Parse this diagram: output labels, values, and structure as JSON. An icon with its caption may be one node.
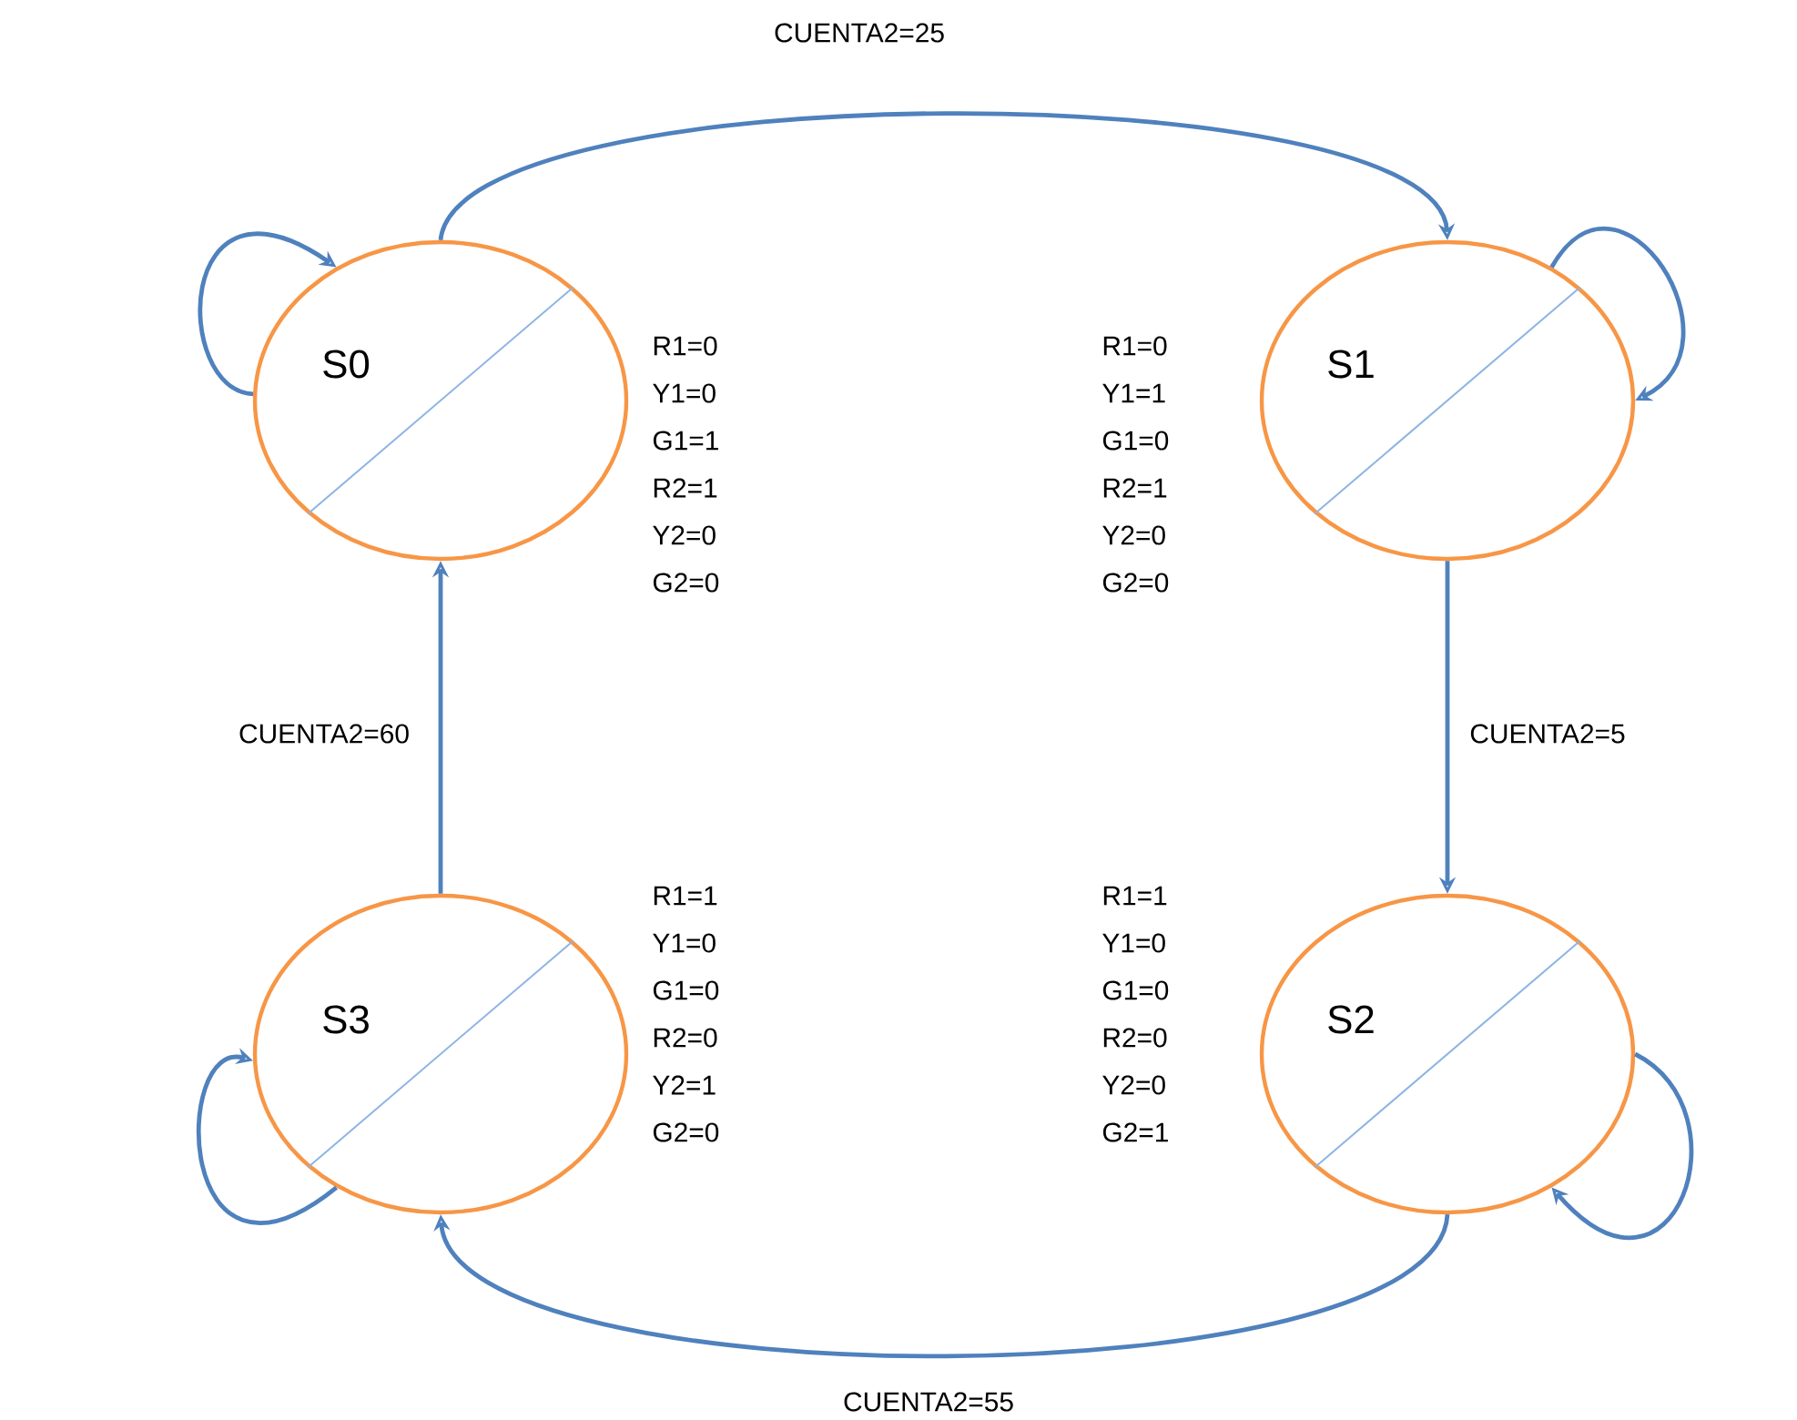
{
  "diagram": {
    "nodes": [
      {
        "text": [
          "S0"
        ],
        "beside": [
          "R1=0",
          "Y1=0",
          "G1=1",
          "R2=1",
          "Y2=0",
          "G2=0"
        ]
      },
      {
        "text": [
          "S1"
        ],
        "beside": [
          "R1=0",
          "Y1=1",
          "G1=0",
          "R2=1",
          "Y2=0",
          "G2=0"
        ]
      },
      {
        "text": [
          "S2"
        ],
        "beside": [
          "R1=1",
          "Y1=0",
          "G1=0",
          "R2=0",
          "Y2=0",
          "G2=1"
        ]
      },
      {
        "text": [
          "S3"
        ],
        "beside": [
          "R1=1",
          "Y1=0",
          "G1=0",
          "R2=0",
          "Y2=1",
          "G2=0"
        ]
      }
    ],
    "edges": [
      {
        "from": 0,
        "to": 0,
        "arrow": "to"
      },
      {
        "from": 0,
        "to": 1,
        "arrow": "to",
        "label": "CUENTA2=25"
      },
      {
        "from": 1,
        "to": 1,
        "arrow": "to"
      },
      {
        "from": 1,
        "to": 2,
        "arrow": "to",
        "label": "CUENTA2=5"
      },
      {
        "from": 2,
        "to": 2,
        "arrow": "to"
      },
      {
        "from": 2,
        "to": 3,
        "arrow": "to",
        "label": "CUENTA2=55"
      },
      {
        "from": 3,
        "to": 3,
        "arrow": "to"
      },
      {
        "from": 3,
        "to": 0,
        "arrow": "to",
        "label": "CUENTA2=60"
      }
    ]
  }
}
